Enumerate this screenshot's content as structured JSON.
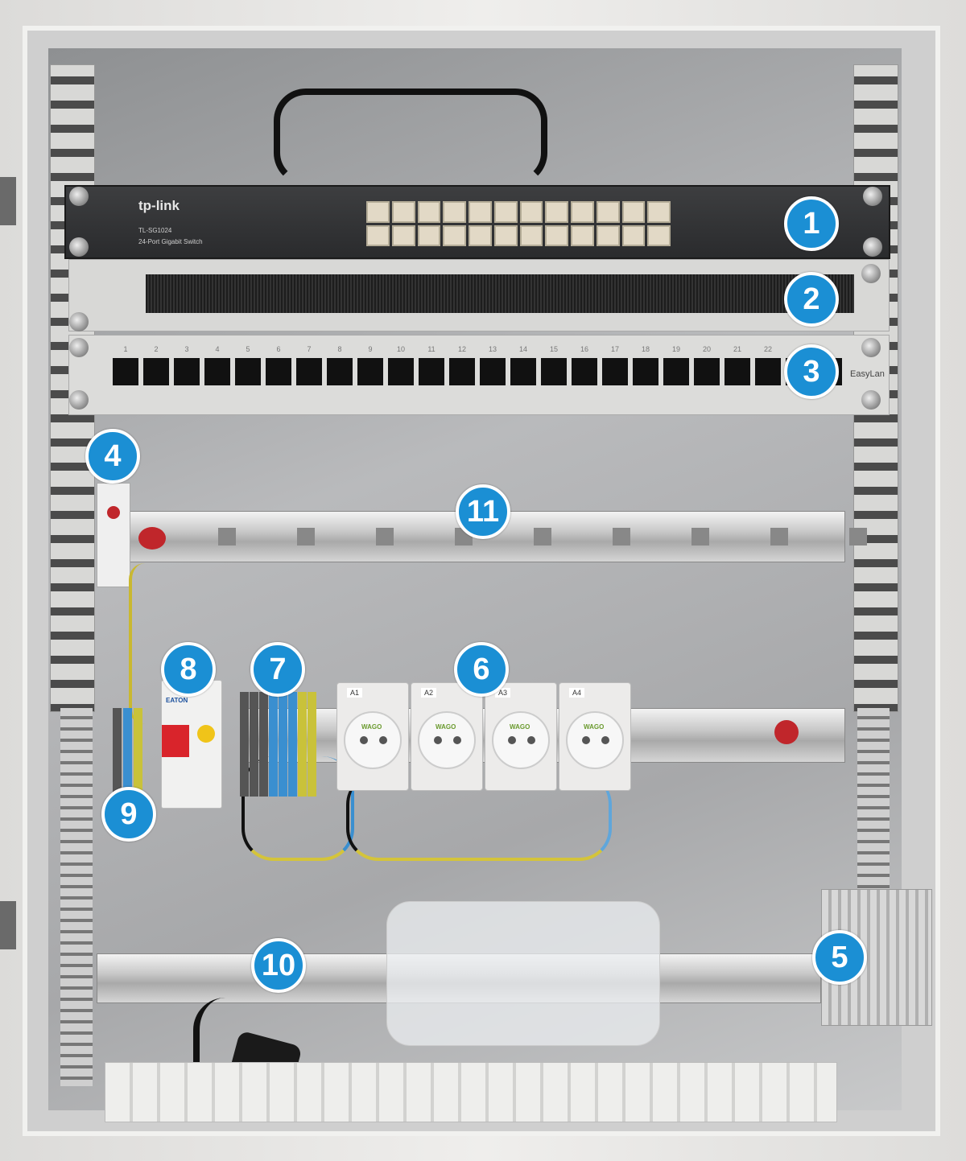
{
  "photo": {
    "switch": {
      "brand": "tp-link",
      "model": "TL-SG1024",
      "description": "24-Port Gigabit Switch"
    },
    "patch_panel": {
      "brand": "EasyLan",
      "port_numbers": [
        "1",
        "2",
        "3",
        "4",
        "5",
        "6",
        "7",
        "8",
        "9",
        "10",
        "11",
        "12",
        "13",
        "14",
        "15",
        "16",
        "17",
        "18",
        "19",
        "20",
        "21",
        "22"
      ]
    },
    "sockets": {
      "labels": [
        "A1",
        "A2",
        "A3",
        "A4"
      ],
      "brand": "WAGO"
    },
    "breaker_brand": "EATON"
  },
  "callouts": [
    "1",
    "2",
    "3",
    "4",
    "5",
    "6",
    "7",
    "8",
    "9",
    "10",
    "11"
  ],
  "colors": {
    "callout": "#1b8fd4",
    "callout_border": "#ffffff"
  }
}
